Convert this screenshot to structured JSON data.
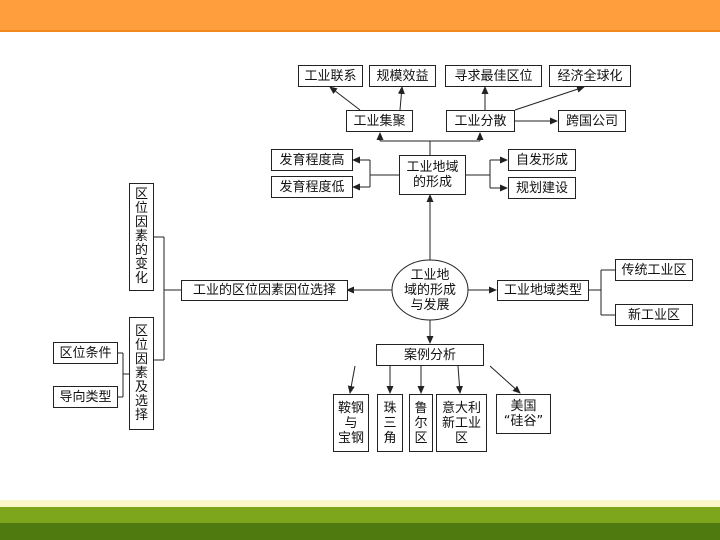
{
  "colors": {
    "top_band": "#ff9e3d",
    "top_band_line": "#f28a1f",
    "bottom_light": "#fbf6c7",
    "bottom_mid": "#7da61d",
    "bottom_dark": "#4e7a10",
    "line": "#222222"
  },
  "center": "工业地\n域的形成\n与发展",
  "formation": "工业地域\n的形成",
  "top_row": {
    "industrial_link": "工业联系",
    "scale_benefit": "规模效益",
    "best_location": "寻求最佳区位",
    "globalization": "经济全球化"
  },
  "agglomeration": "工业集聚",
  "dispersion": "工业分散",
  "multinational": "跨国公司",
  "dev_high": "发育程度高",
  "dev_low": "发育程度低",
  "spontaneous": "自发形成",
  "planned": "规划建设",
  "location_choice": "工业的区位因素因位选择",
  "factor_change": "区位因素的变化",
  "factor_choice": "区位因素及选择",
  "location_conditions": "区位条件",
  "orientation_types": "导向类型",
  "region_type": "工业地域类型",
  "traditional": "传统工业区",
  "new_region": "新工业区",
  "case_analysis": "案例分析",
  "cases": {
    "angang": "鞍钢\n与\n宝钢",
    "prd": "珠\n三\n角",
    "ruhr": "鲁\n尔\n区",
    "italy": "意大利\n新工业\n区",
    "usa": "美国\n“硅谷”"
  }
}
